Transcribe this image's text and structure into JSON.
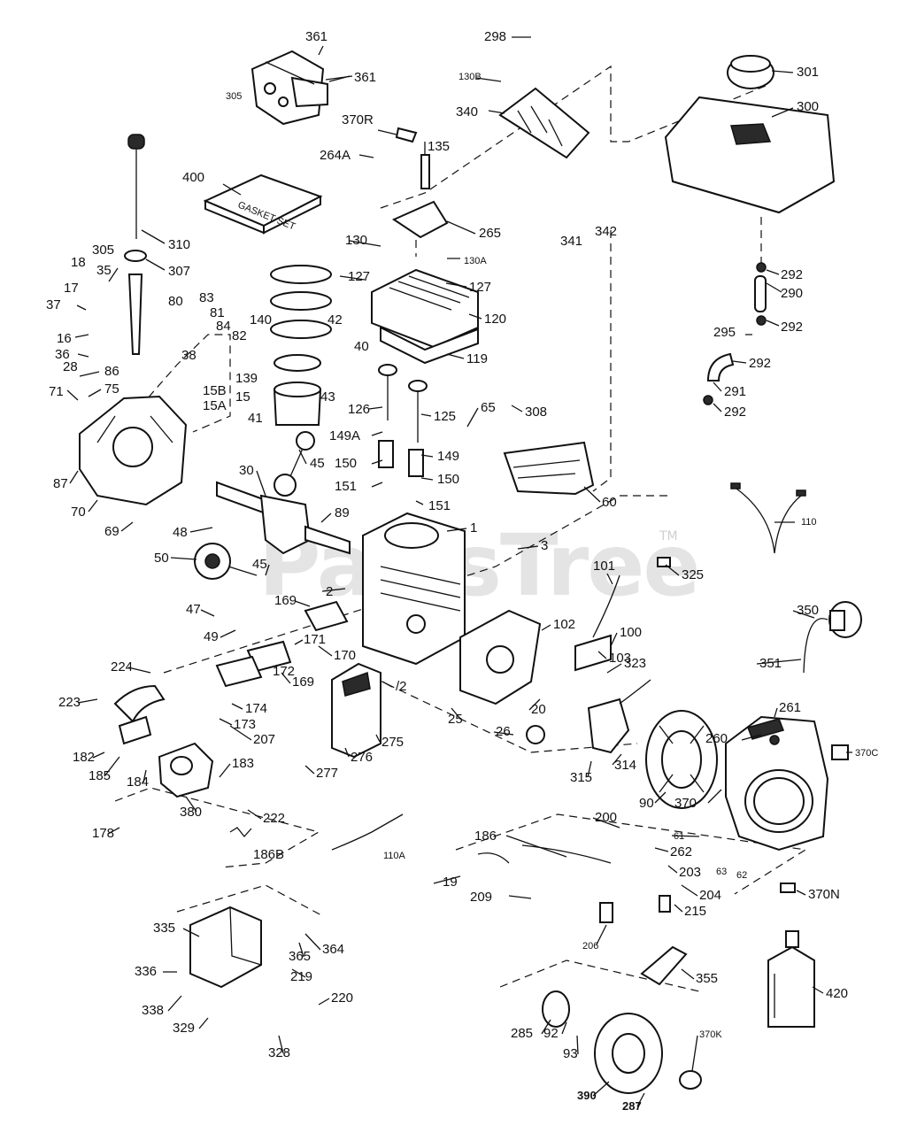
{
  "watermark": {
    "text": "PartsTree",
    "trademark": "TM"
  },
  "gasket_set_text": "GASKET SET",
  "labels": {
    "p361a": "361",
    "p361b": "361",
    "p305a": "305",
    "p370R": "370R",
    "p298": "298",
    "p130B": "130B",
    "p340": "340",
    "p301": "301",
    "p300": "300",
    "p264A": "264A",
    "p135": "135",
    "p400": "400",
    "p310": "310",
    "p305b": "305",
    "p307": "307",
    "p130": "130",
    "p130A": "130A",
    "p265": "265",
    "p341": "341",
    "p342": "342",
    "p292a": "292",
    "p290": "290",
    "p292b": "292",
    "p295": "295",
    "p292c": "292",
    "p291": "291",
    "p292d": "292",
    "p18": "18",
    "p35": "35",
    "p17": "17",
    "p37": "37",
    "p16": "16",
    "p36": "36",
    "p28": "28",
    "p86": "86",
    "p75": "75",
    "p71": "71",
    "p80": "80",
    "p83": "83",
    "p81": "81",
    "p84": "84",
    "p82": "82",
    "p140": "140",
    "p139": "139",
    "p38": "38",
    "p15B": "15B",
    "p15": "15",
    "p15A": "15A",
    "p127a": "127",
    "p127b": "127",
    "p120": "120",
    "p119": "119",
    "p42": "42",
    "p40": "40",
    "p43": "43",
    "p41": "41",
    "p126": "126",
    "p125": "125",
    "p65": "65",
    "p308": "308",
    "p149A": "149A",
    "p149": "149",
    "p150a": "150",
    "p150b": "150",
    "p151a": "151",
    "p151b": "151",
    "p60": "60",
    "p110": "110",
    "p87": "87",
    "p70": "70",
    "p69": "69",
    "p30": "30",
    "p45a": "45",
    "p48": "48",
    "p89": "89",
    "p50": "50",
    "p45b": "45",
    "p1": "1",
    "p3": "3",
    "p325": "325",
    "p101": "101",
    "p2": "2",
    "p169a": "169",
    "p47": "47",
    "p49": "49",
    "p102": "102",
    "p100": "100",
    "p103": "103",
    "p350": "350",
    "p224": "224",
    "p171": "171",
    "p170": "170",
    "p169b": "169",
    "p172": "172",
    "p323": "323",
    "p351": "351",
    "p223": "223",
    "p174": "174",
    "p173": "173",
    "p207": "207",
    "p72": "/2",
    "p25": "25",
    "p20": "20",
    "p26": "26",
    "p275": "275",
    "p276": "276",
    "p260": "260",
    "p261": "261",
    "p370C": "370C",
    "p182": "182",
    "p185": "185",
    "p184": "184",
    "p183": "183",
    "p277": "277",
    "p315": "315",
    "p314": "314",
    "p90": "90",
    "p370a": "370",
    "p380": "380",
    "p222": "222",
    "p178": "178",
    "p186B": "186B",
    "p110A": "110A",
    "p200": "200",
    "p186": "186",
    "p262": "262",
    "p61": "61",
    "p203": "203",
    "p63": "63",
    "p62": "62",
    "p19": "19",
    "p209": "209",
    "p204": "204",
    "p215": "215",
    "p370N": "370N",
    "p206": "206",
    "p335": "335",
    "p364": "364",
    "p365": "365",
    "p355": "355",
    "p336": "336",
    "p219": "219",
    "p420": "420",
    "p338": "338",
    "p220": "220",
    "p329": "329",
    "p285": "285",
    "p92": "92",
    "p93": "93",
    "p370K": "370K",
    "p328": "328",
    "p390": "390",
    "p287": "287"
  }
}
